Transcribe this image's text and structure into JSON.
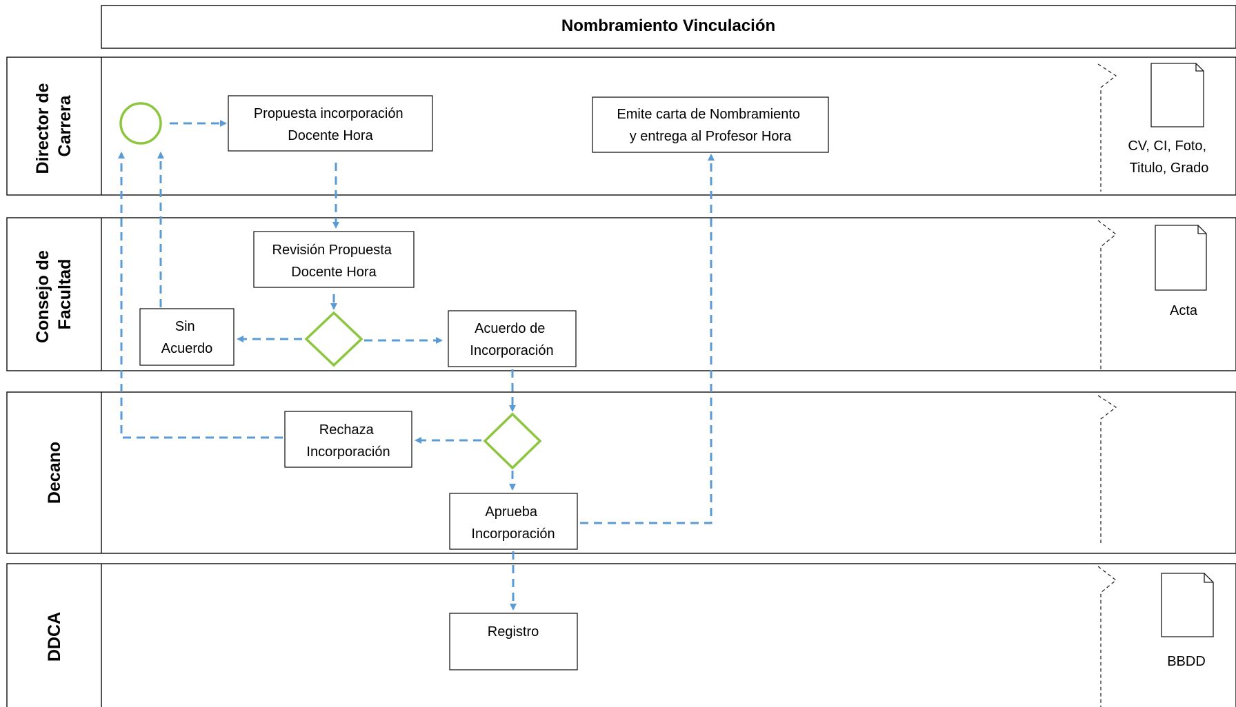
{
  "title": "Nombramiento Vinculación",
  "colors": {
    "flow": "#5B9BD5",
    "event": "#8CC63F",
    "outline": "#1a1a1a"
  },
  "lanes": [
    {
      "id": "director",
      "lines": [
        "Director de",
        "Carrera"
      ]
    },
    {
      "id": "consejo",
      "lines": [
        "Consejo de",
        "Facultad"
      ]
    },
    {
      "id": "decano",
      "lines": [
        "Decano"
      ]
    },
    {
      "id": "ddca",
      "lines": [
        "DDCA"
      ]
    }
  ],
  "tasks": {
    "propuesta": [
      "Propuesta incorporación",
      "Docente Hora"
    ],
    "emite": [
      "Emite carta de Nombramiento",
      "y entrega al Profesor Hora"
    ],
    "revision": [
      "Revisión  Propuesta",
      "Docente Hora"
    ],
    "sin_acuerdo": [
      "Sin",
      "Acuerdo"
    ],
    "acuerdo": [
      "Acuerdo de",
      "Incorporación"
    ],
    "rechaza": [
      "Rechaza",
      "Incorporación"
    ],
    "aprueba": [
      "Aprueba",
      "Incorporación"
    ],
    "registro": [
      "Registro"
    ]
  },
  "documents": {
    "director": [
      "CV, CI, Foto,",
      "Titulo, Grado"
    ],
    "consejo": [
      "Acta"
    ],
    "ddca": [
      "BBDD"
    ]
  },
  "shapes": {
    "start_event": "start-event-circle",
    "gateway": "exclusive-gateway-diamond",
    "document": "document-icon"
  }
}
